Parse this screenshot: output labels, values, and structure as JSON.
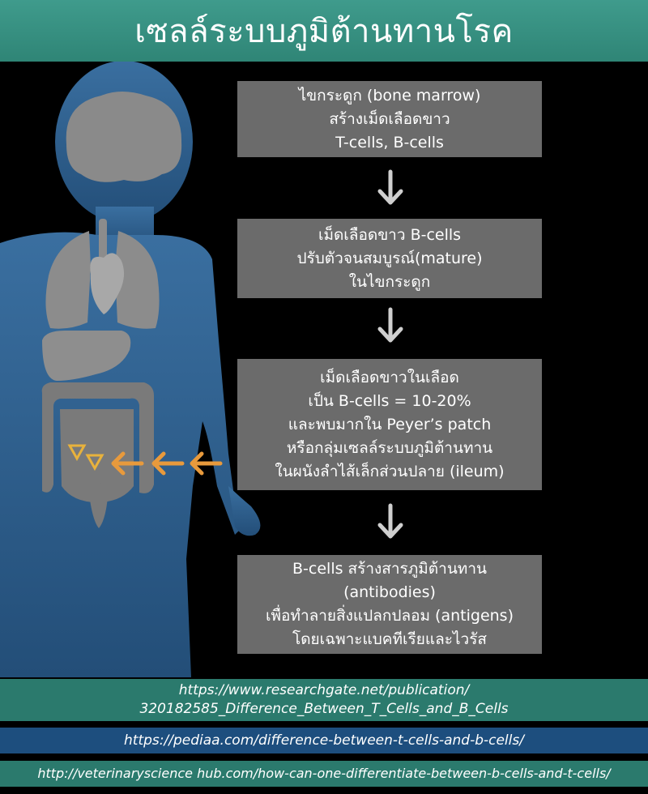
{
  "title": "เซลล์ระบบภูมิต้านทานโรค",
  "flow_boxes": [
    {
      "lines": [
        "ไขกระดูก (bone marrow)",
        "สร้างเม็ดเลือดขาว",
        "T-cells, B-cells"
      ]
    },
    {
      "lines": [
        "เม็ดเลือดขาว B-cells",
        "ปรับตัวจนสมบูรณ์(mature)",
        "ในไขกระดูก"
      ]
    },
    {
      "lines": [
        "เม็ดเลือดขาวในเลือด",
        "เป็น B-cells = 10-20%",
        "และพบมากใน Peyer’s patch",
        "หรือกลุ่มเซลล์ระบบภูมิต้านทาน",
        "ในผนังลำไส้เล็กส่วนปลาย (ileum)"
      ]
    },
    {
      "lines": [
        "B-cells สร้างสารภูมิต้านทาน",
        "(antibodies)",
        "เพื่อทำลายสิ่งแปลกปลอม (antigens)",
        "โดยเฉพาะแบคทีเรียและไวรัส"
      ]
    }
  ],
  "references": [
    {
      "lines": [
        "https://www.researchgate.net/publication/",
        "320182585_Difference_Between_T_Cells_and_B_Cells"
      ]
    },
    {
      "lines": [
        "https://pediaa.com/difference-between-t-cells-and-b-cells/"
      ]
    },
    {
      "lines": [
        "http://veterinaryscience hub.com/how-can-one-differentiate-between-b-cells-and-t-cells/"
      ]
    }
  ],
  "colors": {
    "title_bg": "#3f9b8c",
    "box_bg": "#6b6b6b",
    "body_blue": "#2c5f8e",
    "organ_gray": "#8c8c8c",
    "pointer_orange": "#e89a3c"
  }
}
